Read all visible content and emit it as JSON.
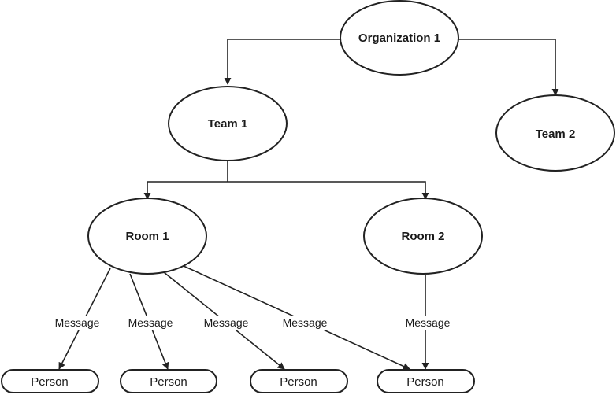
{
  "diagram": {
    "nodes": {
      "organization": "Organization 1",
      "team1": "Team 1",
      "team2": "Team 2",
      "room1": "Room 1",
      "room2": "Room 2"
    },
    "persons": [
      "Person",
      "Person",
      "Person",
      "Person"
    ],
    "edge_labels": [
      "Message",
      "Message",
      "Message",
      "Message",
      "Message"
    ],
    "colors": {
      "stroke": "#222222",
      "background": "#ffffff"
    }
  }
}
